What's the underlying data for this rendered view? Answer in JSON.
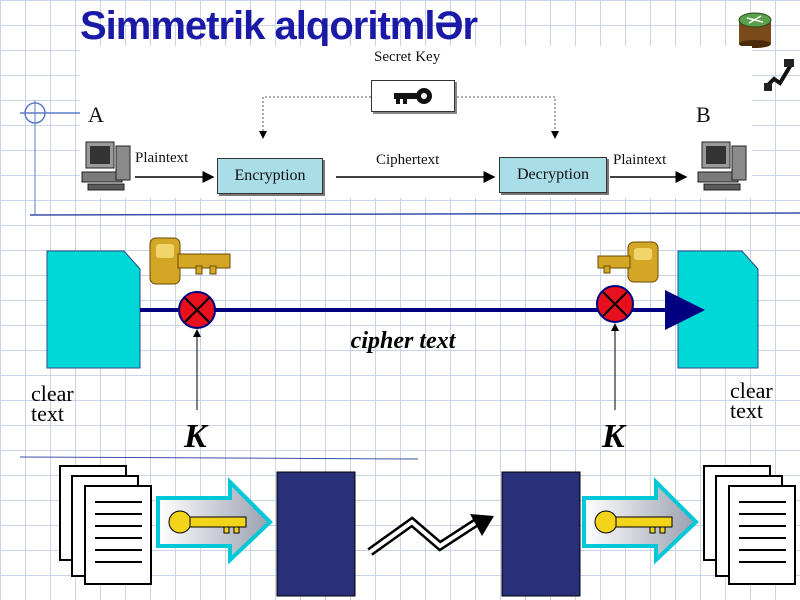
{
  "slide": {
    "title": "Simmetrik alqoritmlƏr"
  },
  "top_diagram": {
    "secret_key_label": "Secret Key",
    "party_a": "A",
    "party_b": "B",
    "plaintext_left": "Plaintext",
    "plaintext_right": "Plaintext",
    "encryption_label": "Encryption",
    "ciphertext_label": "Ciphertext",
    "decryption_label": "Decryption",
    "box_color": "#a9dde8"
  },
  "middle_diagram": {
    "cipher_text_label": "cipher text",
    "clear_text_left": {
      "line1": "clear",
      "line2": "text"
    },
    "clear_text_right": {
      "line1": "clear",
      "line2": "text"
    },
    "key_left_label": "K",
    "key_right_label": "K",
    "document_color": "#00d8d8",
    "line_color": "#000080",
    "xor_color": "#e8101c"
  },
  "bottom_diagram": {
    "block_color": "#2a2f7a",
    "arrow_color": "#00c8d8",
    "key_color": "#f2d51a"
  }
}
